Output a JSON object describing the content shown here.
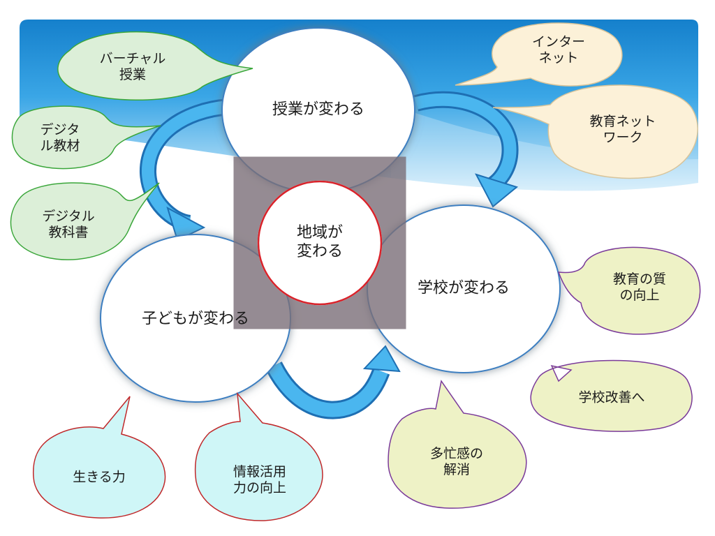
{
  "colors": {
    "sky_top": "#1d8fd8",
    "sky_bottom": "#bfe4f8",
    "arrow_fill": "#3ba8e8",
    "arrow_dark": "#1f6fb0",
    "center_ring": "#d9242a",
    "green_bubble_fill": "#dcefd8",
    "green_bubble_border": "#3aa63a",
    "cream_bubble_fill": "#fcf1d8",
    "cream_bubble_border": "#d8c49a",
    "purple_bubble_fill": "#eef2c6",
    "purple_bubble_border": "#7a3a9a",
    "cyan_bubble_fill": "#cff6f7",
    "cyan_bubble_border": "#c0282a"
  },
  "nodes": {
    "center": "地域が\n変わる",
    "lessons": "授業が変わる",
    "children": "子どもが変わる",
    "school": "学校が変わる"
  },
  "bubbles": {
    "virtual_lessons": "バーチャル\n授業",
    "digital_materials": "デジタ\nル教材",
    "digital_textbooks": "デジタル\n教科書",
    "internet": "インター\nネット",
    "education_network": "教育ネット\nワーク",
    "education_quality": "教育の質\nの向上",
    "school_improvement": "学校改善へ",
    "reduce_busyness": "多忙感の\n解消",
    "zest_for_living": "生きる力",
    "info_literacy": "情報活用\n力の向上"
  }
}
